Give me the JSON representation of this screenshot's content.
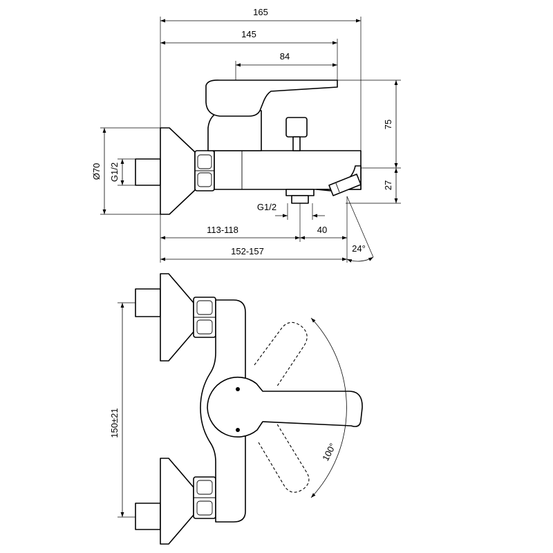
{
  "dimensions": {
    "overall_width": "165",
    "body_width": "145",
    "lever_offset": "84",
    "height": "75",
    "spout_height": "27",
    "rosette_diameter": "Ø70",
    "inlet_thread": "G1/2",
    "outlet_thread": "G1/2",
    "projection_to_outlet": "113-118",
    "outlet_offset": "40",
    "projection_total": "152-157",
    "spout_angle": "24°",
    "centres": "150±21",
    "lever_rotation": "100°"
  }
}
